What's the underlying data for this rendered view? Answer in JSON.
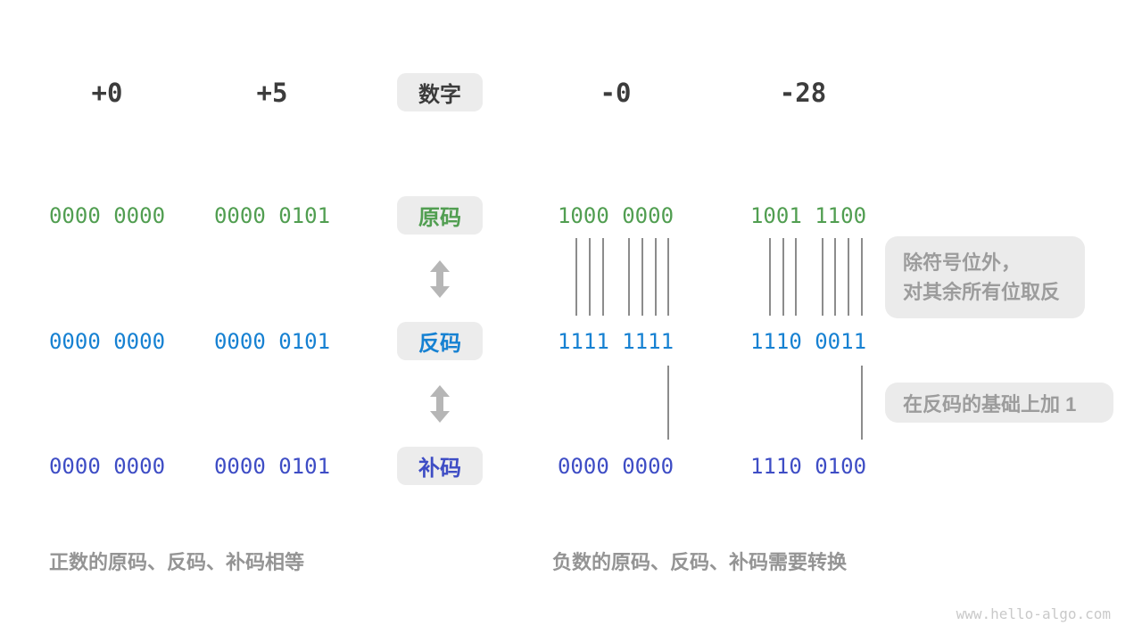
{
  "headers": {
    "values": [
      "+0",
      "+5",
      "-0",
      "-28"
    ]
  },
  "badges": {
    "number": "数字",
    "sign_magnitude": "原码",
    "ones_complement": "反码",
    "twos_complement": "补码"
  },
  "rows": {
    "sign_magnitude": {
      "values": [
        "0000 0000",
        "0000 0101",
        "1000 0000",
        "1001 1100"
      ]
    },
    "ones_complement": {
      "values": [
        "0000 0000",
        "0000 0101",
        "1111 1111",
        "1110 0011"
      ]
    },
    "twos_complement": {
      "values": [
        "0000 0000",
        "0000 0101",
        "0000 0000",
        "1110 0100"
      ]
    }
  },
  "annotations": {
    "invert_line1": "除符号位外，",
    "invert_line2": "对其余所有位取反",
    "add_one": "在反码的基础上加 1"
  },
  "captions": {
    "positive": "正数的原码、反码、补码相等",
    "negative": "负数的原码、反码、补码需要转换"
  },
  "watermark": "www.hello-algo.com",
  "icons": {
    "swap_arrow": "up-down-double-arrow"
  },
  "colors": {
    "sign_magnitude_green": "#519e51",
    "ones_complement_blue": "#1681d2",
    "twos_complement_indigo": "#3e4dc5",
    "badge_background": "#ececec",
    "note_background": "#ebebeb",
    "note_text": "#9c9c9c",
    "caption_text": "#949494",
    "header_text": "#3c3c3c",
    "connector_line": "#8c8c8c",
    "arrow_gray": "#b6b6b6",
    "watermark_text": "#c9c9c9"
  }
}
